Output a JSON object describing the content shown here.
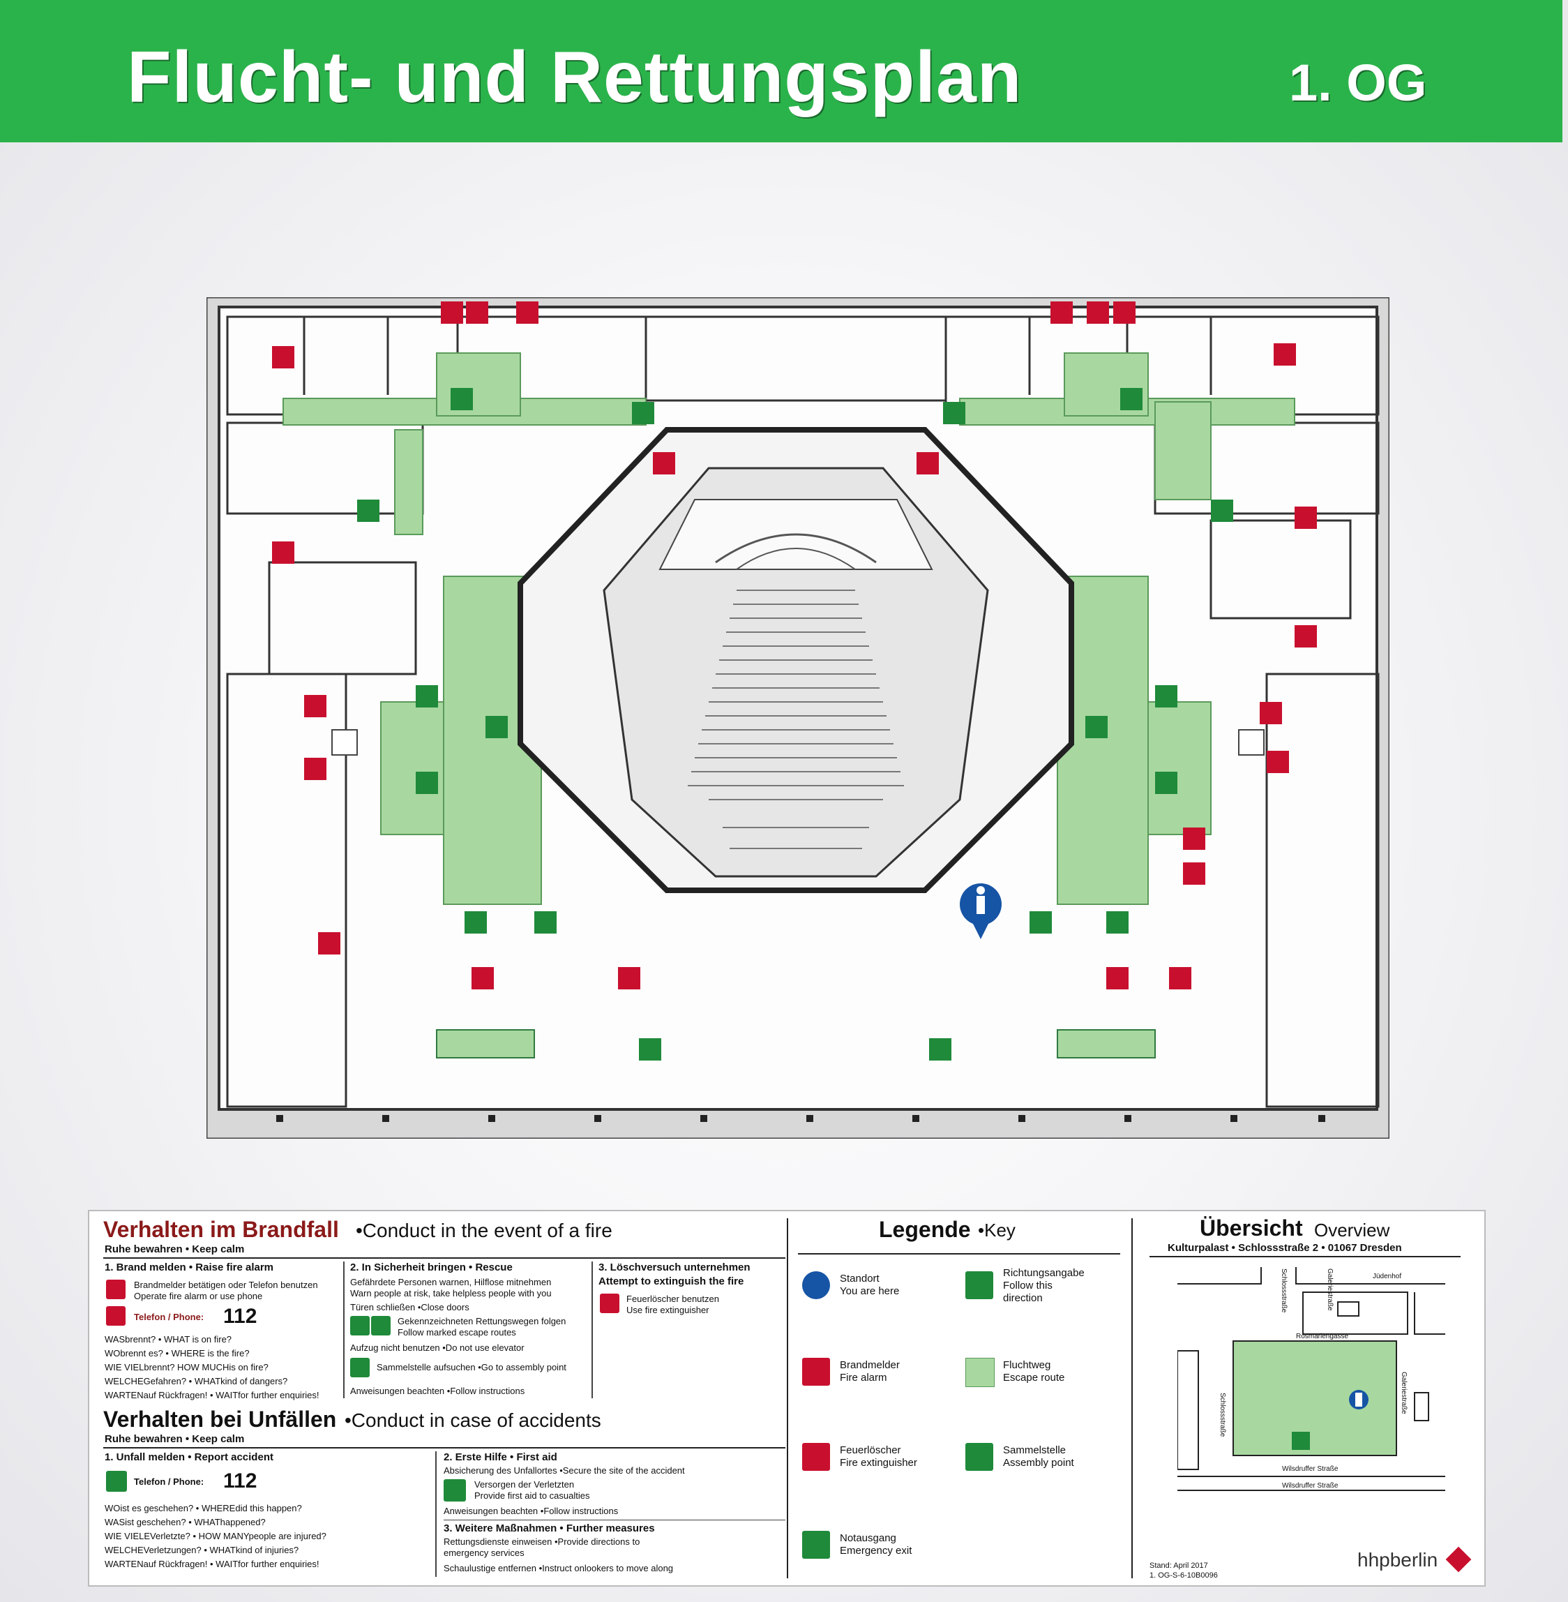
{
  "header": {
    "title": "Flucht- und Rettungsplan",
    "floor": "1. OG"
  },
  "fire": {
    "title_de": "Verhalten im Brandfall",
    "title_en": "•Conduct in the event of a fire",
    "calm": "Ruhe bewahren • Keep calm",
    "s1": {
      "head": "1. Brand melden • Raise fire alarm",
      "l1": "Brandmelder betätigen oder Telefon benutzen",
      "l2": "Operate fire alarm or use phone",
      "phone_label": "Telefon / Phone:",
      "phone_number": "112",
      "q": [
        "WASbrennt? • WHAT is on fire?",
        "WObrennt es? • WHERE is the fire?",
        "WIE VIELbrennt? HOW MUCHis on fire?",
        "WELCHEGefahren? • WHATkind of dangers?",
        "WARTENauf Rückfragen! • WAITfor further enquiries!"
      ]
    },
    "s2": {
      "head": "2. In Sicherheit bringen • Rescue",
      "l1": "Gefährdete Personen warnen, Hilflose mitnehmen",
      "l2": "Warn people at risk, take helpless people with you",
      "l3": "Türen schließen •Close doors",
      "l4": "Gekennzeichneten Rettungswegen folgen",
      "l5": "Follow marked escape routes",
      "l6": "Aufzug nicht benutzen •Do not use elevator",
      "l7": "Sammelstelle aufsuchen •Go to assembly point",
      "l8": "Anweisungen beachten •Follow instructions"
    },
    "s3": {
      "head1": "3. Löschversuch unternehmen",
      "head2": "Attempt to extinguish the fire",
      "l1": "Feuerlöscher benutzen",
      "l2": "Use fire extinguisher"
    }
  },
  "accident": {
    "title_de": "Verhalten bei Unfällen",
    "title_en": "•Conduct in case of accidents",
    "calm": "Ruhe bewahren • Keep calm",
    "s1": {
      "head": "1. Unfall melden • Report accident",
      "phone_label": "Telefon / Phone:",
      "phone_number": "112",
      "q": [
        "WOist es geschehen? • WHEREdid this happen?",
        "WASist geschehen? • WHAThappened?",
        "WIE VIELEVerletzte? • HOW MANYpeople are injured?",
        "WELCHEVerletzungen? • WHATkind of injuries?",
        "WARTENauf Rückfragen! • WAITfor further enquiries!"
      ]
    },
    "s2": {
      "head": "2. Erste Hilfe • First aid",
      "l1": "Absicherung des Unfallortes •Secure the site of the accident",
      "l2": "Versorgen der Verletzten",
      "l3": "Provide first aid to casualties",
      "l4": "Anweisungen beachten •Follow instructions"
    },
    "s3": {
      "head": "3. Weitere Maßnahmen • Further measures",
      "l1": "Rettungsdienste einweisen •Provide directions to",
      "l2": "emergency services",
      "l3": "Schaulustige entfernen •Instruct onlookers to move along"
    }
  },
  "legend": {
    "title": "Legende",
    "title_en": "•Key",
    "items": [
      {
        "icon": "standort-icon",
        "de": "Standort",
        "en": "You are here"
      },
      {
        "icon": "direction-arrow-icon",
        "de": "Richtungsangabe",
        "en": "Follow this direction"
      },
      {
        "icon": "fire-alarm-icon",
        "de": "Brandmelder",
        "en": "Fire alarm"
      },
      {
        "icon": "escape-route-swatch",
        "de": "Fluchtweg",
        "en": "Escape route"
      },
      {
        "icon": "fire-extinguisher-icon",
        "de": "Feuerlöscher",
        "en": "Fire extinguisher"
      },
      {
        "icon": "assembly-point-icon",
        "de": "Sammelstelle",
        "en": "Assembly point"
      },
      {
        "icon": "emergency-exit-icon",
        "de": "Notausgang",
        "en": "Emergency exit"
      }
    ]
  },
  "overview": {
    "title": "Übersicht",
    "title_en": "Overview",
    "address": "Kulturpalast • Schlossstraße 2 • 01067 Dresden",
    "streets": {
      "juedenhof": "Jüdenhof",
      "rosmariengasse": "Rosmariengasse",
      "schlossstrasse": "Schlossstraße",
      "schlossstrasse_top": "Schlossstraße",
      "galeriestrasse": "Galeriestraße",
      "galeriestrasse_top": "Galeriestraße",
      "wilsdruffer1": "Wilsdruffer Straße",
      "wilsdruffer2": "Wilsdruffer Straße"
    },
    "stand": "Stand: April 2017",
    "code": "1. OG-S-6-10B0096",
    "brand": "hhpberlin"
  },
  "colors": {
    "header_green": "#2bb34b",
    "escape_route": "#a8d8a0",
    "fire_red": "#c8102e",
    "safety_green": "#1f8a3a",
    "standort_blue": "#1654a5"
  }
}
